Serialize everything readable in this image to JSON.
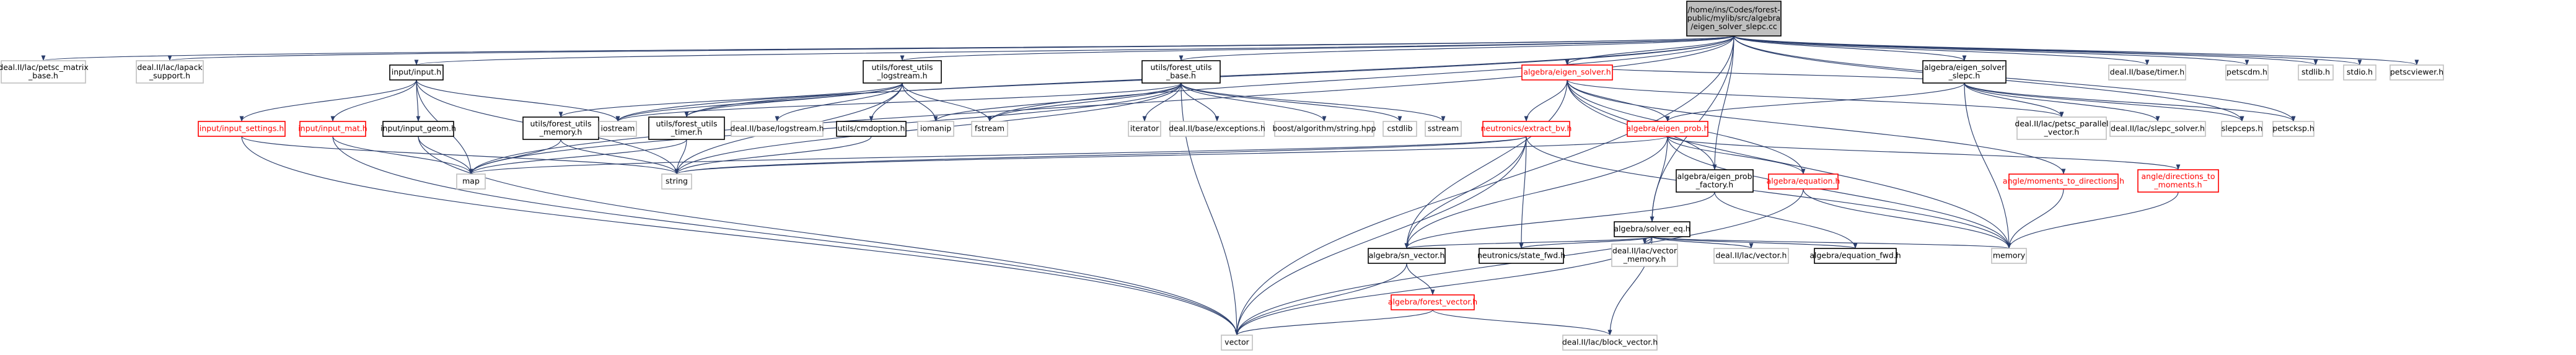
{
  "colors": {
    "root_fill": "#bfbfbf",
    "root_stroke": "#000000",
    "doc_stroke": "#000000",
    "external_stroke": "#bfbfbf",
    "undocumented_stroke": "#ff0000",
    "undocumented_text": "#ff0000",
    "edge": "#2a3d6b",
    "text": "#000000"
  },
  "graph": {
    "nodes": [
      {
        "id": "root",
        "kind": "root",
        "lines": [
          "/home/ins/Codes/forest-",
          "public/mylib/src/algebra",
          "/eigen_solver_slepc.cc"
        ]
      },
      {
        "id": "petsc_matrix_base",
        "kind": "external",
        "lines": [
          "deal.II/lac/petsc_matrix",
          "_base.h"
        ]
      },
      {
        "id": "lapack_support",
        "kind": "external",
        "lines": [
          "deal.II/lac/lapack",
          "_support.h"
        ]
      },
      {
        "id": "input_h",
        "kind": "doc",
        "lines": [
          "input/input.h"
        ]
      },
      {
        "id": "utils_logstream",
        "kind": "doc",
        "lines": [
          "utils/forest_utils",
          "_logstream.h"
        ]
      },
      {
        "id": "utils_base",
        "kind": "doc",
        "lines": [
          "utils/forest_utils",
          "_base.h"
        ]
      },
      {
        "id": "algebra_eigen_solver",
        "kind": "undocumented",
        "lines": [
          "algebra/eigen_solver.h"
        ]
      },
      {
        "id": "algebra_eigen_solver_slepc",
        "kind": "doc",
        "lines": [
          "algebra/eigen_solver",
          "_slepc.h"
        ]
      },
      {
        "id": "base_timer",
        "kind": "external",
        "lines": [
          "deal.II/base/timer.h"
        ]
      },
      {
        "id": "petscdm",
        "kind": "external",
        "lines": [
          "petscdm.h"
        ]
      },
      {
        "id": "stdlib",
        "kind": "external",
        "lines": [
          "stdlib.h"
        ]
      },
      {
        "id": "stdio",
        "kind": "external",
        "lines": [
          "stdio.h"
        ]
      },
      {
        "id": "petscviewer",
        "kind": "external",
        "lines": [
          "petscviewer.h"
        ]
      },
      {
        "id": "input_settings",
        "kind": "undocumented",
        "lines": [
          "input/input_settings.h"
        ]
      },
      {
        "id": "input_mat",
        "kind": "undocumented",
        "lines": [
          "input/input_mat.h"
        ]
      },
      {
        "id": "input_geom",
        "kind": "doc",
        "lines": [
          "input/input_geom.h"
        ]
      },
      {
        "id": "utils_memory",
        "kind": "doc",
        "lines": [
          "utils/forest_utils",
          "_memory.h"
        ]
      },
      {
        "id": "iostream",
        "kind": "external",
        "lines": [
          "iostream"
        ]
      },
      {
        "id": "utils_timer",
        "kind": "doc",
        "lines": [
          "utils/forest_utils",
          "_timer.h"
        ]
      },
      {
        "id": "base_logstream",
        "kind": "external",
        "lines": [
          "deal.II/base/logstream.h"
        ]
      },
      {
        "id": "cmdoption",
        "kind": "doc",
        "lines": [
          "utils/cmdoption.h"
        ]
      },
      {
        "id": "iomanip",
        "kind": "external",
        "lines": [
          "iomanip"
        ]
      },
      {
        "id": "fstream",
        "kind": "external",
        "lines": [
          "fstream"
        ]
      },
      {
        "id": "iterator",
        "kind": "external",
        "lines": [
          "iterator"
        ]
      },
      {
        "id": "base_exceptions",
        "kind": "external",
        "lines": [
          "deal.II/base/exceptions.h"
        ]
      },
      {
        "id": "boost_string",
        "kind": "external",
        "lines": [
          "boost/algorithm/string.hpp"
        ]
      },
      {
        "id": "cstdlib",
        "kind": "external",
        "lines": [
          "cstdlib"
        ]
      },
      {
        "id": "sstream",
        "kind": "external",
        "lines": [
          "sstream"
        ]
      },
      {
        "id": "neutronics_extract_bv",
        "kind": "undocumented",
        "lines": [
          "neutronics/extract_bv.h"
        ]
      },
      {
        "id": "algebra_eigen_prob",
        "kind": "undocumented",
        "lines": [
          "algebra/eigen_prob.h"
        ]
      },
      {
        "id": "petsc_parallel_vector",
        "kind": "external",
        "lines": [
          "deal.II/lac/petsc_parallel",
          "_vector.h"
        ]
      },
      {
        "id": "slepc_solver",
        "kind": "external",
        "lines": [
          "deal.II/lac/slepc_solver.h"
        ]
      },
      {
        "id": "slepceps",
        "kind": "external",
        "lines": [
          "slepceps.h"
        ]
      },
      {
        "id": "petscksp",
        "kind": "external",
        "lines": [
          "petscksp.h"
        ]
      },
      {
        "id": "map",
        "kind": "external",
        "lines": [
          "map"
        ]
      },
      {
        "id": "string",
        "kind": "external",
        "lines": [
          "string"
        ]
      },
      {
        "id": "algebra_eigen_prob_factory",
        "kind": "doc",
        "lines": [
          "algebra/eigen_prob",
          "_factory.h"
        ]
      },
      {
        "id": "algebra_equation",
        "kind": "undocumented",
        "lines": [
          "algebra/equation.h"
        ]
      },
      {
        "id": "angle_moments_to_directions",
        "kind": "undocumented",
        "lines": [
          "angle/moments_to_directions.h"
        ]
      },
      {
        "id": "angle_directions_to_moments",
        "kind": "undocumented",
        "lines": [
          "angle/directions_to",
          "_moments.h"
        ]
      },
      {
        "id": "algebra_solver_eq",
        "kind": "doc",
        "lines": [
          "algebra/solver_eq.h"
        ]
      },
      {
        "id": "lac_vector_memory",
        "kind": "external",
        "lines": [
          "deal.II/lac/vector",
          "_memory.h"
        ]
      },
      {
        "id": "lac_vector",
        "kind": "external",
        "lines": [
          "deal.II/lac/vector.h"
        ]
      },
      {
        "id": "memory",
        "kind": "external",
        "lines": [
          "memory"
        ]
      },
      {
        "id": "algebra_sn_vector",
        "kind": "doc",
        "lines": [
          "algebra/sn_vector.h"
        ]
      },
      {
        "id": "neutronics_state_fwd",
        "kind": "doc",
        "lines": [
          "neutronics/state_fwd.h"
        ]
      },
      {
        "id": "algebra_equation_fwd",
        "kind": "doc",
        "lines": [
          "algebra/equation_fwd.h"
        ]
      },
      {
        "id": "algebra_forest_vector",
        "kind": "undocumented",
        "lines": [
          "algebra/forest_vector.h"
        ]
      },
      {
        "id": "vector",
        "kind": "external",
        "lines": [
          "vector"
        ]
      },
      {
        "id": "block_vector",
        "kind": "external",
        "lines": [
          "deal.II/lac/block_vector.h"
        ]
      }
    ]
  }
}
